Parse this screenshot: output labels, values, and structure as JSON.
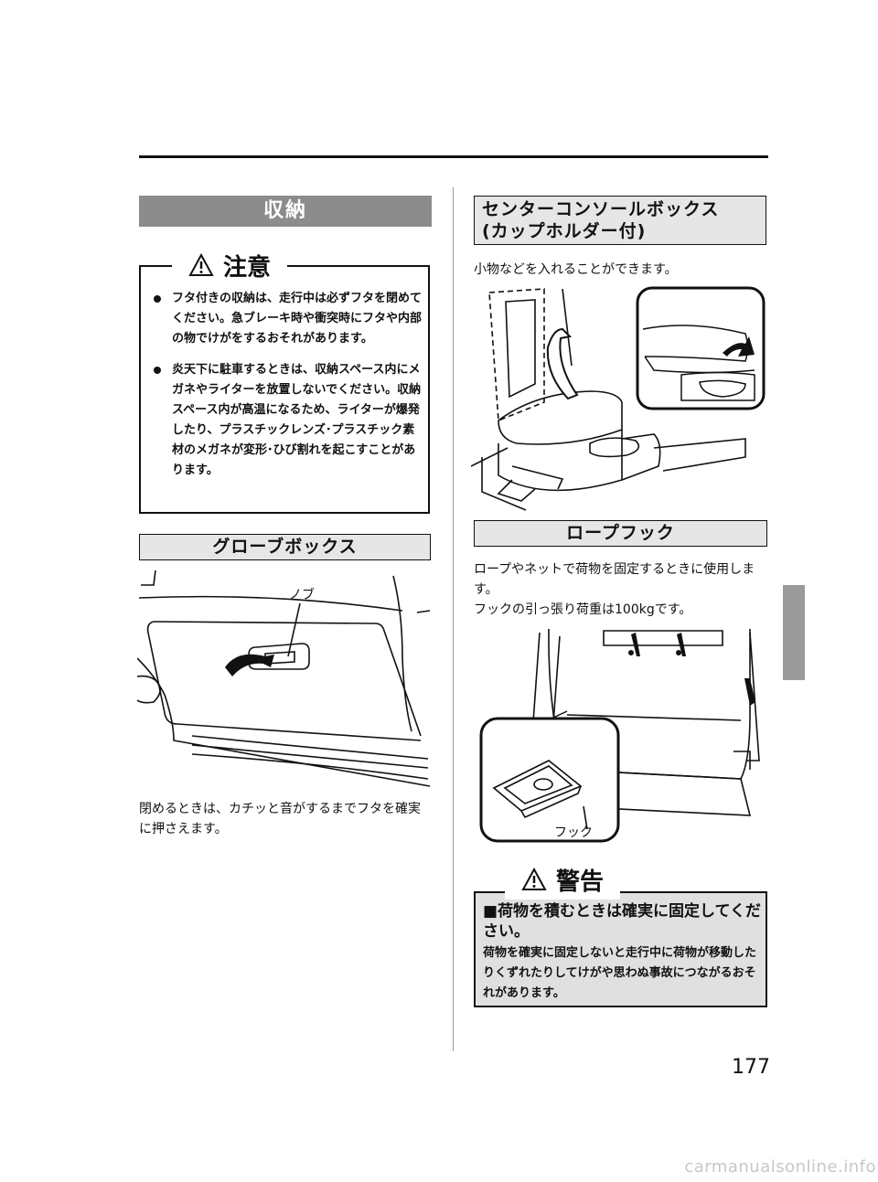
{
  "storage": {
    "title": "収納"
  },
  "caution": {
    "label": "注意",
    "items": [
      "フタ付きの収納は、走行中は必ずフタを閉めてください。急ブレーキ時や衝突時にフタや内部の物でけがをするおそれがあります。",
      "炎天下に駐車するときは、収納スペース内にメガネやライターを放置しないでください。収納スペース内が高温になるため、ライターが爆発したり、プラスチックレンズ･プラスチック素材のメガネが変形･ひび割れを起こすことがあります。"
    ]
  },
  "glovebox": {
    "title": "グローブボックス",
    "knob_label": "ノブ",
    "text": "閉めるときは、カチッと音がするまでフタを確実に押さえます。"
  },
  "center_console": {
    "title_line1": "センターコンソールボックス",
    "title_line2": "(カップホルダー付)",
    "text": "小物などを入れることができます。"
  },
  "rope_hook": {
    "title": "ロープフック",
    "text_line1": "ロープやネットで荷物を固定するときに使用します。",
    "text_line2": "フックの引っ張り荷重は100kgです。",
    "hook_label": "フック"
  },
  "warning": {
    "label": "警告",
    "heading": "■荷物を積むときは確実に固定してください。",
    "body": "荷物を確実に固定しないと走行中に荷物が移動したりくずれたりしてけがや思わぬ事故につながるおそれがあります。"
  },
  "page": {
    "number": "177",
    "footer": "carmanualsonline.info"
  },
  "colors": {
    "bar_dark": "#8c8c8c",
    "bar_light": "#e6e6e6",
    "side_tab": "#9a9a9a",
    "warn_bg": "#e0e0e0"
  }
}
